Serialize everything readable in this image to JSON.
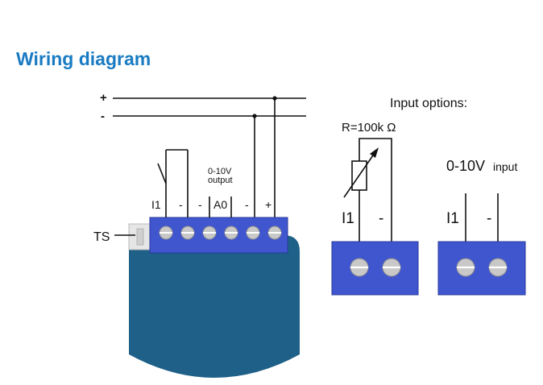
{
  "title": "Wiring diagram",
  "colors": {
    "title": "#1a7bc2",
    "module_body": "#1e6088",
    "terminal_block": "#3f56cf",
    "screw": "#c8c8c8",
    "connector": "#e6e6e6"
  },
  "bus": {
    "plus_label": "+",
    "minus_label": "-"
  },
  "module": {
    "output_label_line1": "0-10V",
    "output_label_line2": "output",
    "terminal_labels": [
      "I1",
      "-",
      "-",
      "A0",
      "-",
      "+"
    ],
    "ts_label": "TS"
  },
  "input_options": {
    "heading": "Input options:",
    "option_resistor": {
      "label": "R=100k Ω",
      "terminal_labels": [
        "I1",
        "-"
      ]
    },
    "option_voltage": {
      "label_main": "0-10V",
      "label_suffix": "input",
      "terminal_labels": [
        "I1",
        "-"
      ]
    }
  }
}
